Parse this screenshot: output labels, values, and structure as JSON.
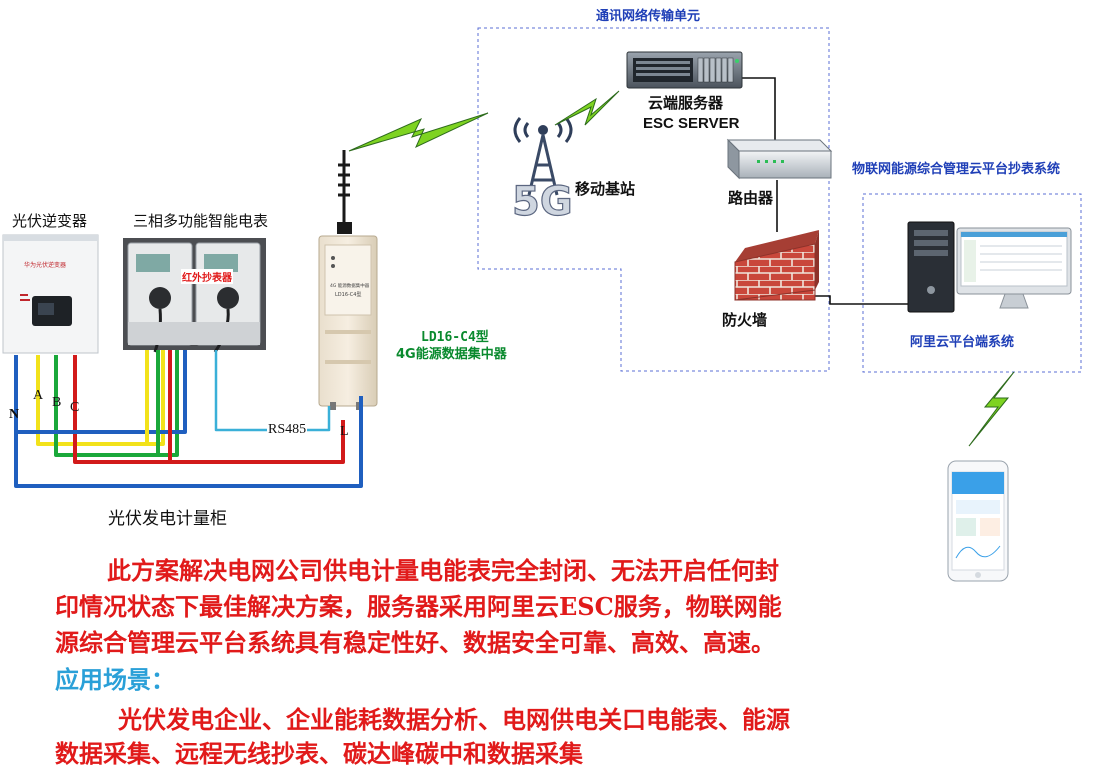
{
  "labels": {
    "network_unit": "通讯网络传输单元",
    "cloud_server": "云端服务器",
    "esc_server": "ESC SERVER",
    "mobile_base": "移动基站",
    "fiveg": "5G",
    "router": "路由器",
    "firewall": "防火墙",
    "iot_title": "物联网能源综合管理云平台抄表系统",
    "aliyun": "阿里云平台端系统",
    "inverter": "光伏逆变器",
    "inverter_brand": "华为光伏逆变器",
    "meter_title": "三相多功能智能电表",
    "ir_reader": "红外抄表器",
    "concentrator_model": "LD16-C4型",
    "concentrator_name": "4G能源数据集中器",
    "device_text1": "4G 能源数据集中器",
    "device_text2": "LD16-C4型",
    "wire_n": "N",
    "wire_a": "A",
    "wire_b": "B",
    "wire_c": "C",
    "rs485": "RS485",
    "wire_l": "L",
    "cabinet": "光伏发电计量柜"
  },
  "description": {
    "line1": "此方案解决电网公司供电计量电能表完全封闭、无法开启任何封",
    "line2": "印情况状态下最佳解决方案，服务器采用阿里云ESC服务，物联网能",
    "line3": "源综合管理云平台系统具有稳定性好、数据安全可靠、高效、高速。",
    "scene_title": "应用场景：",
    "scene_line1": "光伏发电企业、企业能耗数据分析、电网供电关口电能表、能源",
    "scene_line2": "数据采集、远程无线抄表、碳达峰碳中和数据采集"
  },
  "colors": {
    "title_blue": "#1f3fb7",
    "concentrator_green": "#0a8a2e",
    "text_red": "#e11a1a",
    "scene_blue": "#2aa0d8",
    "wire_blue": "#1f5fbf",
    "wire_yellow": "#f2e21a",
    "wire_green": "#1aa83a",
    "wire_red": "#d21a1a",
    "rs485_cyan": "#3ab0d8",
    "signal_green": "#7ed321"
  }
}
